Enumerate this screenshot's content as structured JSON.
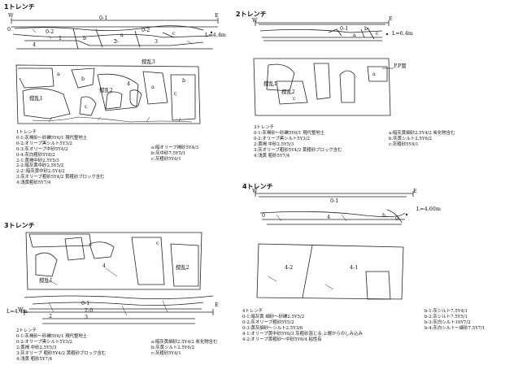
{
  "trench1": {
    "heading": "1トレンチ",
    "west": "W",
    "east": "E",
    "elevation": "L=4.4m",
    "section_labels": [
      "0",
      "0-1",
      "0-2",
      "0-2",
      "b",
      "a",
      "c",
      "1",
      "2",
      "3",
      "4"
    ],
    "disturb_label": "撹乱3",
    "plan_labels": [
      "撹乱1",
      "撹乱2",
      "4",
      "b",
      "a",
      "c",
      "a",
      "c",
      "b"
    ],
    "legend_title": "1トレンチ",
    "legend_left": [
      "0-1:灰褐砂～砂礫5Y6/1 現代整地土",
      "0-2:オリーブ黒シルト5Y3/2",
      "0-3:灰オリーブ中砂5Y4/2",
      "0-4:灰白粗砂5Y8/2",
      "2-1:黄褐中砂2.5Y5/3",
      "2-2:暗灰黄中砂2.5Y5/2",
      "2-2':暗灰黄中砂2.5Y4/2",
      "3:灰オリーブ粗砂5Y4/2 黄粗砂ブロック含む",
      "4:浅黄粗砂5Y7/4"
    ],
    "legend_right": [
      "a:暗オリーブ褐砂5Y4/3",
      "b:灰中砂7.5Y5/1",
      "c:灰粗砂5Y4/1"
    ]
  },
  "trench2": {
    "heading": "2トレンチ",
    "west": "W",
    "east": "E",
    "elevation": "L=6.4m",
    "section_labels": [
      "0-1",
      "a",
      "b",
      "c"
    ],
    "plan_labels": [
      "撹乱1",
      "撹乱2",
      "P.P管",
      "c",
      "a"
    ],
    "legend_title": "3トレンチ",
    "legend_left": [
      "0-1:灰褐砂～砂礫5Y6/1 現代整地土",
      "0-2:オリーブ黒シルト5Y3/2",
      "2:黄褐 中砂2.5Y5/3",
      "3:灰オリーブ粗砂5Y4/2 黄粗砂ブロック含む",
      "4:浅黄 粗砂5Y7/4"
    ],
    "legend_right": [
      "a:暗灰黄細砂2.5Y4/2 炭化物含む",
      "b:灰黄シルト2.5Y6/2",
      "c:灰粗砂5Y4/1"
    ]
  },
  "trench3": {
    "heading": "3トレンチ",
    "west": "W",
    "east": "E",
    "elevation": "L=4.4m",
    "section_labels": [
      "0-1",
      "2-0",
      "3",
      "2"
    ],
    "plan_labels": [
      "撹乱1",
      "撹乱2",
      "4",
      "c"
    ],
    "legend_title": "2トレンチ",
    "legend_left": [
      "0-1:灰褐砂～砂礫5Y6/1 現代整地土",
      "0-2:オリーブ黒シルト5Y3/2",
      "2:黄褐 中砂2.5Y5/3",
      "3:灰オリーブ 粗砂5Y4/2 黄粗砂ブロック含む",
      "4:浅黄 粗砂5Y7/4"
    ],
    "legend_right": [
      "a:暗灰黄細砂2.5Y4/2 炭化物含む",
      "b:灰黄シルト2.5Y6/2",
      "c:灰粗砂5Y4/1"
    ]
  },
  "trench4": {
    "heading": "4トレンチ",
    "west": "W",
    "east": "E",
    "elevation": "L=4.60m",
    "section_labels": [
      "0-1",
      "4",
      "b",
      "0",
      "0"
    ],
    "plan_labels": [
      "4-2",
      "4-1"
    ],
    "legend_title": "4トレンチ",
    "legend_left": [
      "0-1:暗灰黄 細砂～砂礫2.5Y5/2",
      "0-2:灰オリーブ粗砂5Y5/2",
      "0-3:黄灰細砂～シルト2.5Y3/6",
      "4-1:オリーブ黄中砂5Y6/3 灰粗砂混じる,上層からのしみ込み",
      "4-2:オリーブ黄粗砂～中砂5Y6/4 粘性有"
    ],
    "legend_right": [
      "b-1:灰シルト7.5Y4/1",
      "b-2:灰シルト7.5Y5/1",
      "b-3:灰白シルト10Y7/2",
      "b-4:灰白シルト～細砂7.5Y7/1"
    ]
  }
}
